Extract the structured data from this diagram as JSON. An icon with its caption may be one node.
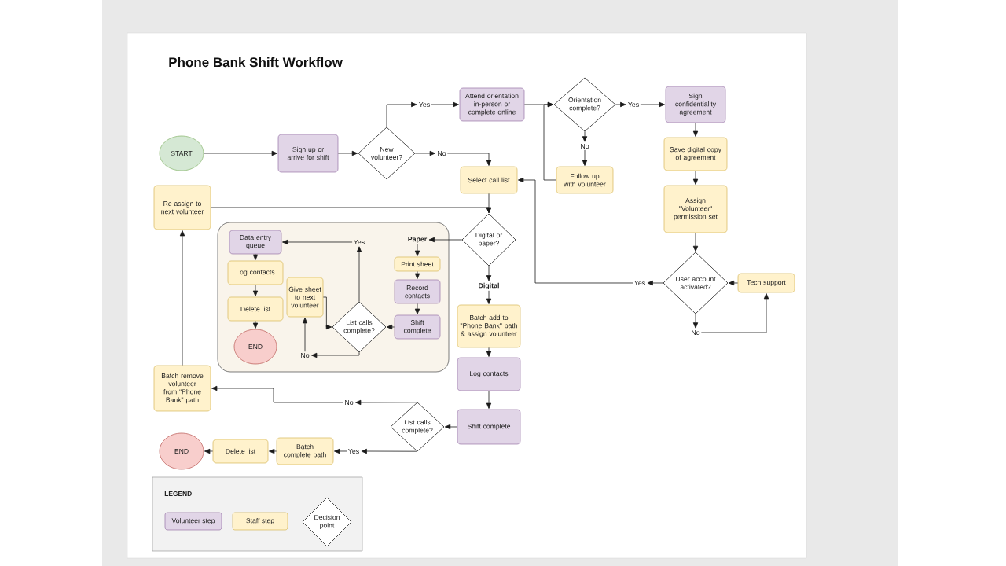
{
  "diagram": {
    "title": "Phone Bank Shift Workflow",
    "nodes": [
      {
        "text": [
          "START"
        ]
      },
      {
        "text": [
          "Sign up or arrive for shift"
        ]
      },
      {
        "text": [
          "New volunteer?"
        ]
      },
      {
        "text": [
          "Yes"
        ]
      },
      {
        "text": [
          "Attend orientation in-person or complete online"
        ]
      },
      {
        "text": [
          "Orientation complete?"
        ]
      },
      {
        "text": [
          "Yes"
        ]
      },
      {
        "text": [
          "Sign confidentiality agreement"
        ]
      },
      {
        "text": [
          "No"
        ]
      },
      {
        "text": [
          "Select call list"
        ]
      },
      {
        "text": [
          "No"
        ]
      },
      {
        "text": [
          "Follow up with volunteer"
        ]
      },
      {
        "text": [
          "Save digital copy of agreement"
        ]
      },
      {
        "text": [
          "Assign \"Volunteer\" permission set"
        ]
      },
      {
        "text": [
          "Re-assign to next volunteer"
        ]
      },
      {
        "text": [
          "Digital or paper?"
        ]
      },
      {
        "text": [],
        "shape": "box"
      },
      {
        "text": [
          "Paper"
        ],
        "in": 16
      },
      {
        "text": [
          "Data entry queue"
        ],
        "in": 16
      },
      {
        "text": [
          "Yes"
        ],
        "in": 16
      },
      {
        "text": [
          "Print sheet"
        ],
        "in": 16
      },
      {
        "text": [
          "Log contacts"
        ],
        "in": 16
      },
      {
        "text": [
          "Give sheet to next volunteer"
        ],
        "in": 16
      },
      {
        "text": [
          "Record contacts"
        ],
        "in": 16
      },
      {
        "text": [
          "Delete list"
        ],
        "in": 16
      },
      {
        "text": [
          "List calls complete?"
        ],
        "in": 16
      },
      {
        "text": [
          "Shift complete"
        ],
        "in": 16
      },
      {
        "text": [
          "END"
        ],
        "in": 16
      },
      {
        "text": [
          "No"
        ],
        "in": 16
      },
      {
        "text": [
          "Digital"
        ]
      },
      {
        "text": [
          "User account activated?"
        ]
      },
      {
        "text": [
          "Yes"
        ]
      },
      {
        "text": [
          "Tech support"
        ]
      },
      {
        "text": [
          "No"
        ]
      },
      {
        "text": [
          "Batch add to \"Phone Bank\" path & assign volunteer"
        ]
      },
      {
        "text": [
          "Log contacts"
        ]
      },
      {
        "text": [
          "Batch remove volunteer from \"Phone Bank\" path"
        ]
      },
      {
        "text": [
          "No"
        ]
      },
      {
        "text": [
          "List calls complete?"
        ]
      },
      {
        "text": [
          "Shift complete"
        ]
      },
      {
        "text": [
          "END"
        ]
      },
      {
        "text": [
          "Delete list"
        ]
      },
      {
        "text": [
          "Batch complete path"
        ]
      },
      {
        "text": [
          "Yes"
        ]
      }
    ],
    "edges": [
      {
        "from": 0,
        "to": 1,
        "arrow": "to"
      },
      {
        "from": 1,
        "to": 2,
        "arrow": "to"
      },
      {
        "from": 2,
        "to": 3,
        "arrow": "to"
      },
      {
        "from": 3,
        "to": 4,
        "arrow": "to"
      },
      {
        "from": 2,
        "to": 8,
        "arrow": "to"
      },
      {
        "from": 8,
        "to": 9,
        "arrow": "to"
      },
      {
        "from": 4,
        "to": 5,
        "arrow": "to"
      },
      {
        "from": 5,
        "to": 6,
        "arrow": "to"
      },
      {
        "from": 6,
        "to": 7,
        "arrow": "to"
      },
      {
        "from": 5,
        "to": 10,
        "arrow": "to"
      },
      {
        "from": 10,
        "to": 11,
        "arrow": "to"
      },
      {
        "from": 11,
        "to": 5,
        "arrow": "to"
      },
      {
        "from": 7,
        "to": 12,
        "arrow": "to"
      },
      {
        "from": 12,
        "to": 13,
        "arrow": "to"
      },
      {
        "from": 13,
        "to": 30,
        "arrow": "to"
      },
      {
        "from": 30,
        "to": 31,
        "arrow": "to"
      },
      {
        "from": 31,
        "to": 9,
        "arrow": "to"
      },
      {
        "from": 30,
        "to": 33,
        "arrow": "to"
      },
      {
        "from": 33,
        "to": 32,
        "arrow": "to"
      },
      {
        "from": 32,
        "to": 30,
        "arrow": "to"
      },
      {
        "from": 9,
        "to": 15,
        "arrow": "to"
      },
      {
        "from": 14,
        "to": 15,
        "arrow": "to"
      },
      {
        "from": 15,
        "to": 17,
        "arrow": "to"
      },
      {
        "from": 15,
        "to": 29,
        "arrow": "to"
      },
      {
        "from": 17,
        "to": 20,
        "arrow": "to"
      },
      {
        "from": 20,
        "to": 23,
        "arrow": "to"
      },
      {
        "from": 23,
        "to": 26,
        "arrow": "to"
      },
      {
        "from": 26,
        "to": 25,
        "arrow": "to"
      },
      {
        "from": 25,
        "to": 19,
        "arrow": "to"
      },
      {
        "from": 19,
        "to": 18,
        "arrow": "to"
      },
      {
        "from": 25,
        "to": 28,
        "arrow": "to"
      },
      {
        "from": 28,
        "to": 22,
        "arrow": "to"
      },
      {
        "from": 22,
        "to": 25,
        "arrow": "to"
      },
      {
        "from": 18,
        "to": 21,
        "arrow": "to"
      },
      {
        "from": 21,
        "to": 24,
        "arrow": "to"
      },
      {
        "from": 24,
        "to": 27,
        "arrow": "to"
      },
      {
        "from": 29,
        "to": 34,
        "arrow": "to"
      },
      {
        "from": 34,
        "to": 35,
        "arrow": "to"
      },
      {
        "from": 35,
        "to": 39,
        "arrow": "to"
      },
      {
        "from": 39,
        "to": 38,
        "arrow": "to"
      },
      {
        "from": 38,
        "to": 37,
        "arrow": "to"
      },
      {
        "from": 37,
        "to": 36,
        "arrow": "to"
      },
      {
        "from": 38,
        "to": 43,
        "arrow": "to"
      },
      {
        "from": 43,
        "to": 42,
        "arrow": "to"
      },
      {
        "from": 42,
        "to": 41,
        "arrow": "to"
      },
      {
        "from": 41,
        "to": 40,
        "arrow": "to"
      },
      {
        "from": 36,
        "to": 14,
        "arrow": "to"
      }
    ],
    "labels": [
      "LEGEND"
    ],
    "legend": [
      {
        "text": "Volunteer step",
        "color": "#e1d5e7"
      },
      {
        "text": "Staff step",
        "color": "#fff2cc"
      },
      {
        "text": "Decision point"
      }
    ]
  }
}
